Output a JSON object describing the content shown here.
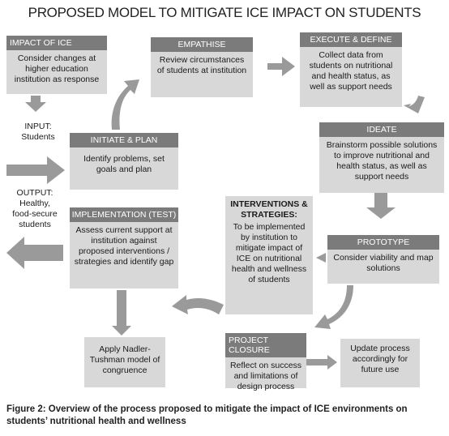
{
  "title": "PROPOSED MODEL TO MITIGATE ICE IMPACT ON STUDENTS",
  "boxes": {
    "impact": {
      "header": "IMPACT OF ICE",
      "body": "Consider changes at higher education institution as response"
    },
    "empathise": {
      "header": "EMPATHISE",
      "body": "Review circumstances of students at institution"
    },
    "execute": {
      "header": "EXECUTE & DEFINE",
      "body": "Collect data from students on nutritional and health status, as well as support needs"
    },
    "ideate": {
      "header": "IDEATE",
      "body": "Brainstorm possible solutions to improve nutritional and health status, as well as support needs"
    },
    "initiate": {
      "header": "INITIATE & PLAN",
      "body": "Identify problems, set goals and plan"
    },
    "implementation": {
      "header": "IMPLEMENTATION (TEST)",
      "body": "Assess current support at institution against proposed interventions / strategies and identify gap"
    },
    "interventions": {
      "header": "INTERVENTIONS & STRATEGIES:",
      "body": "To be implemented by institution to mitigate impact of ICE on nutritional health and wellness of students"
    },
    "prototype": {
      "header": "PROTOTYPE",
      "body": "Consider viability and map solutions"
    },
    "nadler": {
      "body": "Apply Nadler-Tushman model of congruence"
    },
    "closure": {
      "header": "PROJECT CLOSURE",
      "body": "Reflect on success and limitations of design process"
    },
    "update": {
      "body": "Update process accordingly for future use"
    }
  },
  "input_label": "INPUT: Students",
  "output_label": "OUTPUT: Healthy, food-secure students",
  "caption": "Figure 2: Overview of the process proposed to mitigate the impact of ICE environments on students’ nutritional health and wellness",
  "colors": {
    "header": "#7b7b7b",
    "box": "#d8d8d8",
    "arrow": "#999999"
  }
}
